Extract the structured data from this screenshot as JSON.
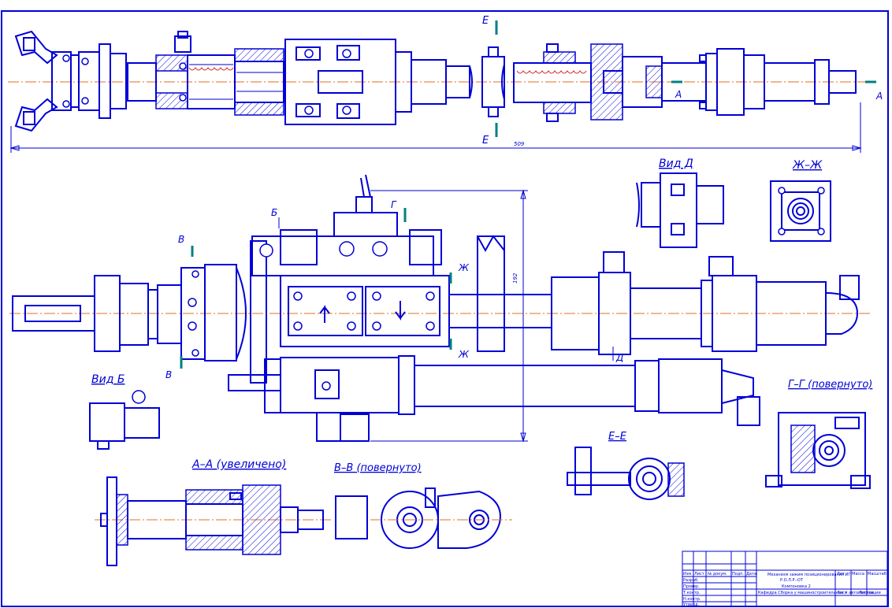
{
  "views": {
    "vid_d": "Вид Д",
    "zh_zh": "Ж–Ж",
    "vid_b": "Вид Б",
    "g_g": "Г–Г (повернуто)",
    "e_e": "Е–Е",
    "a_a": "А–А (увеличено)",
    "v_v": "В–В (повернуто)"
  },
  "section_marks": {
    "e_top": "Е",
    "e_bottom": "Е",
    "a_left": "А",
    "a_right": "А",
    "b": "Б",
    "g": "Г",
    "v_top": "В",
    "v_bottom": "В",
    "zh_top": "Ж",
    "zh_bottom": "Ж",
    "d": "Д"
  },
  "dimensions": {
    "overall_length": "509",
    "height": "192"
  },
  "title_block": {
    "line1": "Механизм зажим позиционирования ИГ",
    "line2": "Р.О.Л.Р.-ОТ",
    "line3": "Компоновка 2",
    "line4": "Кафедра Сборка у машиностроительных и автоматизации",
    "col_izm": "Изм.",
    "col_list": "Лист",
    "col_ndok": "№ докум.",
    "col_podp": "Подп.",
    "col_data": "Дата",
    "row_razrab": "Разраб.",
    "row_prov": "Провер.",
    "row_tkontr": "Т.контр.",
    "row_nkontr": "Н.контр.",
    "row_utv": "Утверд.",
    "lit": "Лит.",
    "massa": "Масса",
    "masshtab": "Масштаб",
    "list": "Лист",
    "listov": "Листов"
  }
}
